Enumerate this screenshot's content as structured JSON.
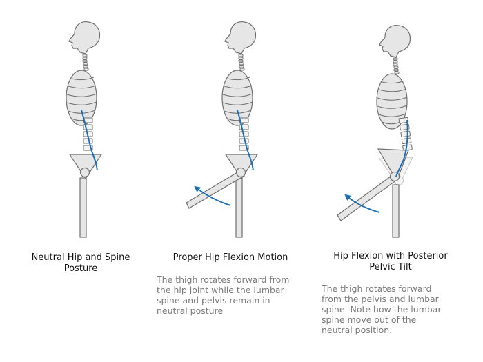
{
  "panels": [
    {
      "title": "Neutral Hip and Spine Posture",
      "title_line1": "Neutral Hip and Spine",
      "title_line2": "Posture",
      "description": ""
    },
    {
      "title": "Proper Hip Flexion Motion",
      "description": "The thigh rotates forward from the hip joint while the lumbar spine and pelvis remain in neutral posture",
      "description_lines": [
        "The thigh rotates forward from",
        "the hip joint while the lumbar",
        "spine and pelvis remain in",
        "neutral posture"
      ]
    },
    {
      "title": "Hip Flexion with Posterior Pelvic Tilt",
      "title_line1": "Hip Flexion with Posterior",
      "title_line2": "Pelvic Tilt",
      "description": "The thigh rotates forward from the pelvis and lumbar spine.  Note how the lumbar spine move out of the neutral position.",
      "description_lines": [
        "The thigh rotates forward",
        "from the pelvis and lumbar",
        "spine.  Note how the lumbar",
        "spine move out of the",
        "neutral position."
      ]
    }
  ],
  "colors": {
    "bone_fill": "#e6e6e6",
    "bone_stroke": "#6e6e6e",
    "spine_curve": "#1f6fb5",
    "caption_text": "#111111",
    "description_text": "#7a7a7a"
  }
}
